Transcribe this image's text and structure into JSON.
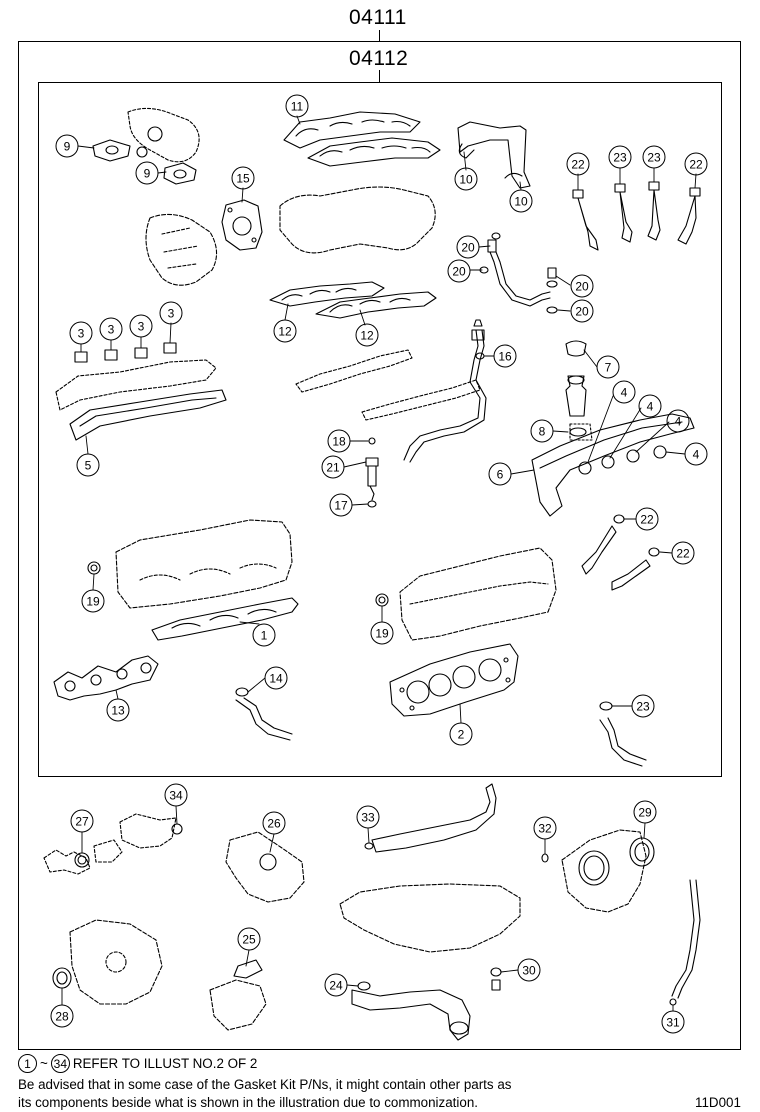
{
  "header": {
    "outer_kit": "04111",
    "inner_kit": "04112"
  },
  "callouts": [
    {
      "label": "9"
    },
    {
      "label": "9"
    },
    {
      "label": "11"
    },
    {
      "label": "10"
    },
    {
      "label": "10"
    },
    {
      "label": "22"
    },
    {
      "label": "23"
    },
    {
      "label": "23"
    },
    {
      "label": "22"
    },
    {
      "label": "15"
    },
    {
      "label": "20"
    },
    {
      "label": "20"
    },
    {
      "label": "20"
    },
    {
      "label": "20"
    },
    {
      "label": "12"
    },
    {
      "label": "12"
    },
    {
      "label": "3"
    },
    {
      "label": "3"
    },
    {
      "label": "3"
    },
    {
      "label": "3"
    },
    {
      "label": "16"
    },
    {
      "label": "7"
    },
    {
      "label": "4"
    },
    {
      "label": "4"
    },
    {
      "label": "4"
    },
    {
      "label": "4"
    },
    {
      "label": "5"
    },
    {
      "label": "18"
    },
    {
      "label": "8"
    },
    {
      "label": "21"
    },
    {
      "label": "6"
    },
    {
      "label": "17"
    },
    {
      "label": "22"
    },
    {
      "label": "22"
    },
    {
      "label": "19"
    },
    {
      "label": "1"
    },
    {
      "label": "19"
    },
    {
      "label": "14"
    },
    {
      "label": "13"
    },
    {
      "label": "23"
    },
    {
      "label": "2"
    },
    {
      "label": "34"
    },
    {
      "label": "27"
    },
    {
      "label": "26"
    },
    {
      "label": "33"
    },
    {
      "label": "32"
    },
    {
      "label": "29"
    },
    {
      "label": "25"
    },
    {
      "label": "30"
    },
    {
      "label": "24"
    },
    {
      "label": "28"
    },
    {
      "label": "31"
    }
  ],
  "footer": {
    "ref_start": "1",
    "ref_tilde": "~",
    "ref_end": "34",
    "ref_text": "REFER TO ILLUST NO.2 OF 2",
    "note_line1": "Be advised that in some case of the Gasket Kit P/Ns,  it might contain other parts as",
    "note_line2": "its components beside what is shown in the illustration due to commonization.",
    "figure_code": "11D001"
  }
}
